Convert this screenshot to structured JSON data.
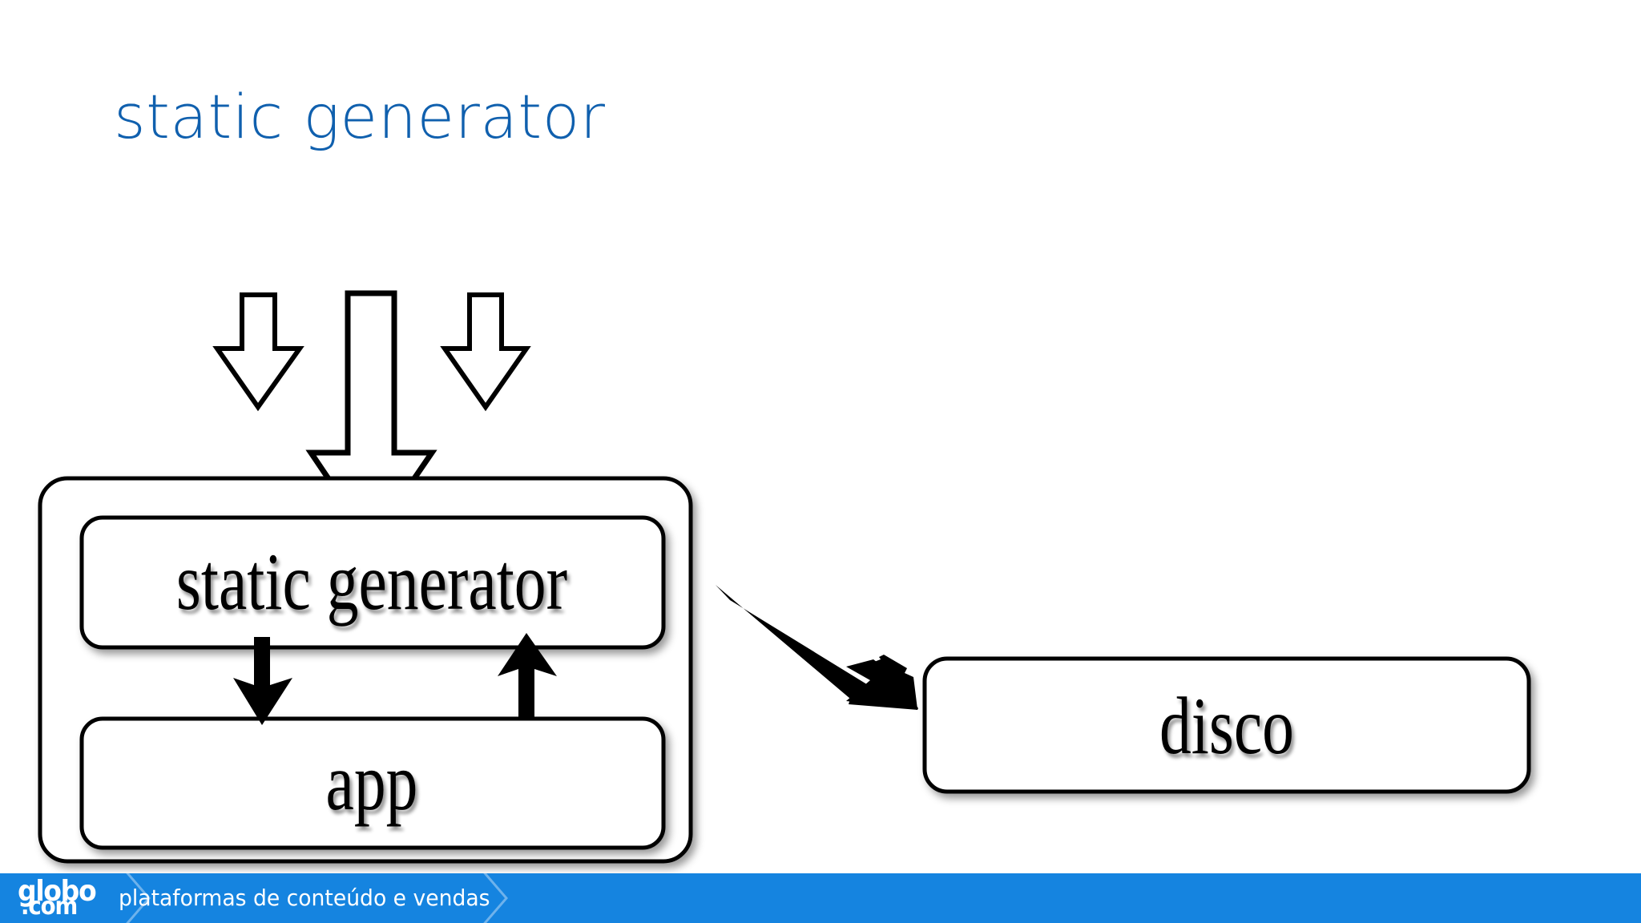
{
  "slide": {
    "title": "static generator",
    "title_color": "#1060ae",
    "background_color": "#ffffff"
  },
  "diagram": {
    "type": "block-diagram",
    "outer_container": {
      "name": "server-container",
      "label": ""
    },
    "boxes": [
      {
        "id": "static-generator",
        "label": "static generator"
      },
      {
        "id": "app",
        "label": "app"
      },
      {
        "id": "disco",
        "label": "disco"
      }
    ],
    "arrows": [
      {
        "id": "incoming-1",
        "style": "hollow",
        "direction": "down"
      },
      {
        "id": "incoming-2",
        "style": "hollow",
        "direction": "down"
      },
      {
        "id": "incoming-3",
        "style": "hollow",
        "direction": "down"
      },
      {
        "id": "generator-to-app",
        "style": "solid",
        "direction": "down"
      },
      {
        "id": "app-to-generator",
        "style": "solid",
        "direction": "up"
      },
      {
        "id": "generator-to-disco",
        "style": "solid",
        "direction": "diagonal-down-right"
      }
    ],
    "stroke_color": "#000000",
    "fill_color": "#ffffff"
  },
  "footer": {
    "background_color": "#1584e0",
    "logo_line1": "globo",
    "logo_line2": ".com",
    "tagline": "plataformas de conteúdo e vendas"
  }
}
